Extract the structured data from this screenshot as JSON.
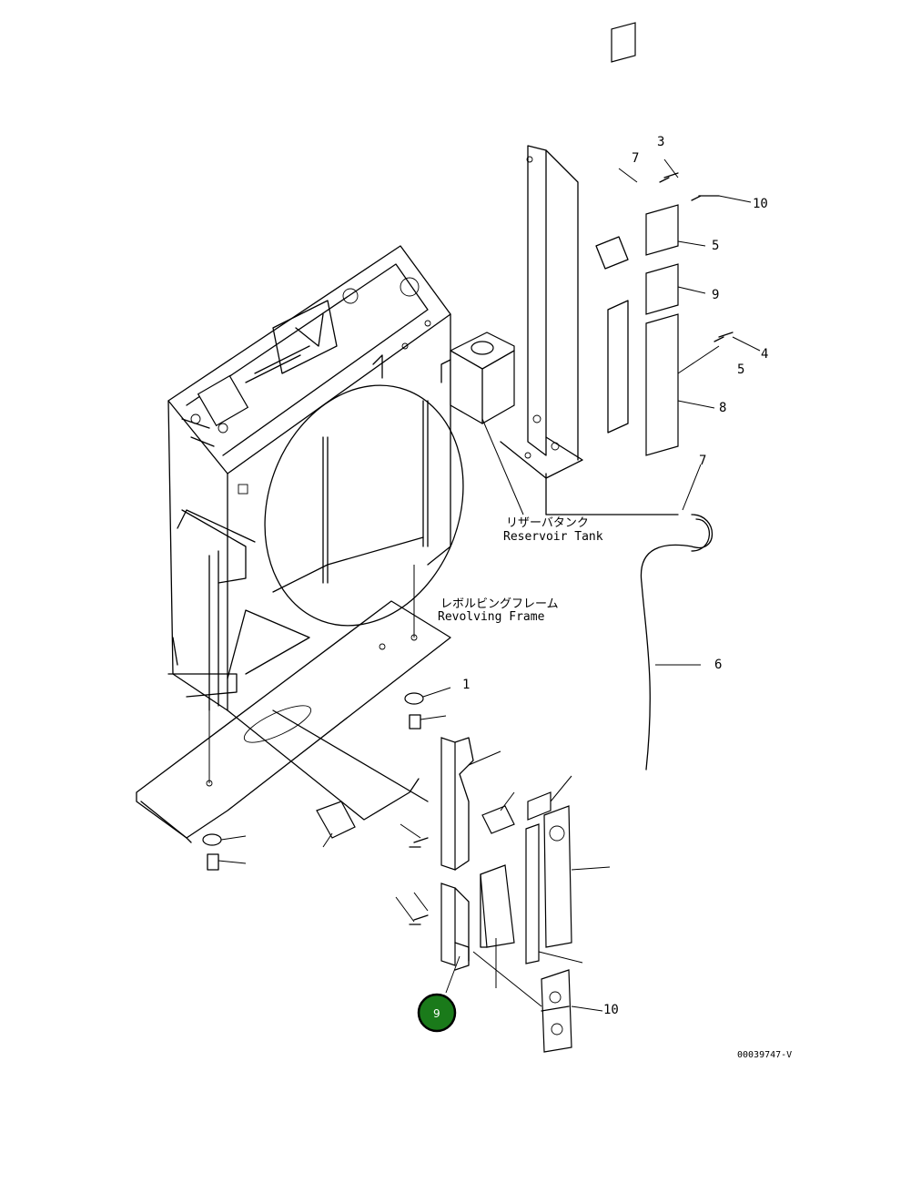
{
  "labels": {
    "reservoir_tank_jp": "リザーバタンク",
    "reservoir_tank_en": "Reservoir Tank",
    "revolving_frame_jp": "レボルビングフレーム",
    "revolving_frame_en": "Revolving Frame",
    "drawing_code": "00039747-V"
  },
  "callouts": {
    "c1": "3",
    "c2": "7",
    "c3": "10",
    "c4": "5",
    "c5": "9",
    "c6": "4",
    "c7": "5",
    "c8": "8",
    "c9": "7",
    "c10": "6",
    "c11": "1",
    "c12": "10"
  },
  "marker": {
    "label": "9",
    "color": "#1a7a1a"
  }
}
